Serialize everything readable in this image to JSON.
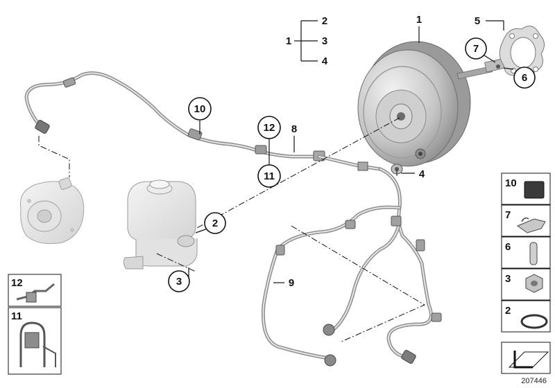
{
  "diagram": {
    "drawing_number": "207446",
    "callouts": {
      "c1": "1",
      "c2": "2",
      "c3": "3",
      "c4": "4",
      "c5": "5",
      "c6": "6",
      "c7": "7",
      "c8": "8",
      "c9": "9",
      "c10": "10",
      "c11": "11",
      "c12": "12"
    },
    "kit": {
      "parent": "1",
      "items": [
        "2",
        "3",
        "4"
      ]
    },
    "legend_right": [
      "10",
      "7",
      "6",
      "3",
      "2"
    ],
    "legend_left": [
      "12",
      "11"
    ],
    "colors": {
      "part_light": "#e4e4e4",
      "part_mid": "#b8b8b8",
      "part_dark": "#7a7a7a",
      "line": "#111111"
    }
  }
}
